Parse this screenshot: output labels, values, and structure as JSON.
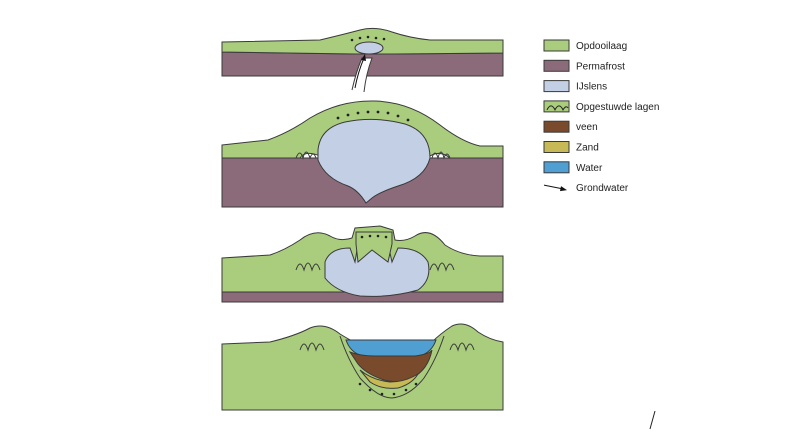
{
  "colors": {
    "thaw_layer": "#a9cd7d",
    "permafrost": "#8b6a79",
    "ice_lens": "#c3cfe4",
    "peat": "#7a4a2c",
    "sand": "#c7b955",
    "water": "#4f9fd2",
    "outline": "#3a3a3a"
  },
  "legend": {
    "items": [
      {
        "label": "Opdooilaag",
        "kind": "thaw_layer"
      },
      {
        "label": "Permafrost",
        "kind": "permafrost"
      },
      {
        "label": "IJslens",
        "kind": "ice_lens"
      },
      {
        "label": "Opgestuwde lagen",
        "kind": "pushed_layers"
      },
      {
        "label": "veen",
        "kind": "peat"
      },
      {
        "label": "Zand",
        "kind": "sand"
      },
      {
        "label": "Water",
        "kind": "water"
      },
      {
        "label": "Grondwater",
        "kind": "groundwater_arrow"
      }
    ]
  },
  "stages": [
    {
      "name": "stage-1-initial-ice-lens"
    },
    {
      "name": "stage-2-pingo-growth"
    },
    {
      "name": "stage-3-pingo-collapse"
    },
    {
      "name": "stage-4-pingo-remnant-lake"
    }
  ]
}
